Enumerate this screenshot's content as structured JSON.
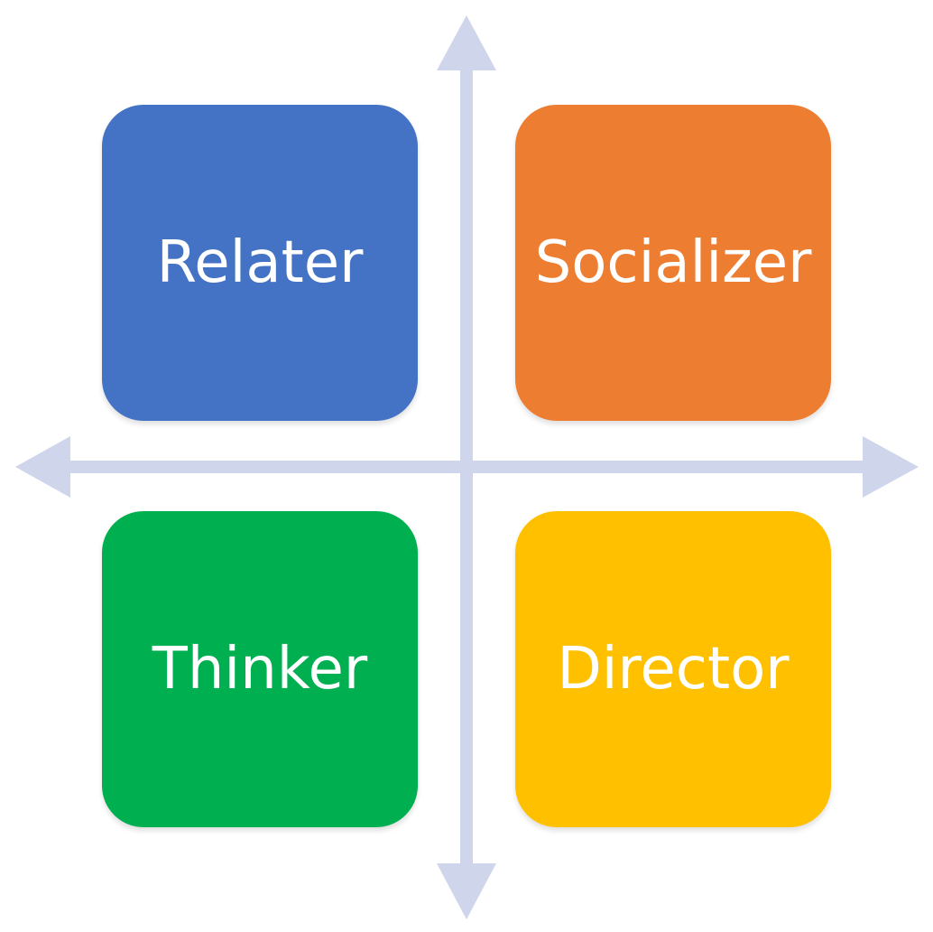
{
  "colors": {
    "axis": "#CFD5EA",
    "relater": "#4472C4",
    "socializer": "#ED7D31",
    "thinker": "#00B050",
    "director": "#FFC000",
    "label": "#FFFFFF"
  },
  "quadrants": {
    "top_left": {
      "label": "Relater"
    },
    "top_right": {
      "label": "Socializer"
    },
    "bottom_left": {
      "label": "Thinker"
    },
    "bottom_right": {
      "label": "Director"
    }
  }
}
